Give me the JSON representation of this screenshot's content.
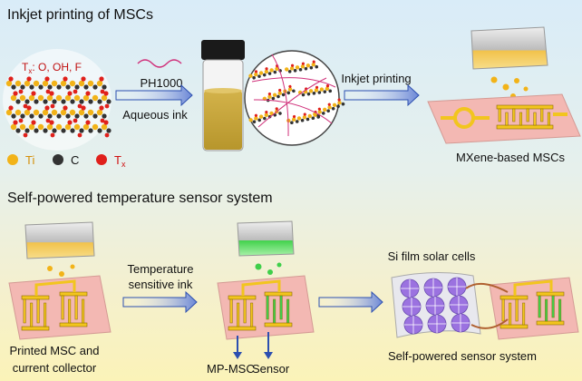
{
  "section1": {
    "title": "Inkjet printing of MSCs"
  },
  "mxene": {
    "formula_T": "T",
    "formula_x": "x",
    "formula_rest": ": O, OH, F"
  },
  "arrow1": {
    "top": "PH1000",
    "bottom": "Aqueous ink"
  },
  "arrow2": {
    "top": "Inkjet printing"
  },
  "legend": [
    {
      "label": "Ti",
      "color": "#f2b318",
      "text_color": "#d4900a"
    },
    {
      "label": "C",
      "color": "#333333",
      "text_color": "#111111"
    },
    {
      "label": "T",
      "sub": "x",
      "color": "#e0201b",
      "text_color": "#d01010"
    }
  ],
  "device1": {
    "caption": "MXene-based MSCs"
  },
  "section2": {
    "title": "Self-powered temperature sensor system"
  },
  "step1": {
    "caption_line1": "Printed MSC and",
    "caption_line2": "current collector"
  },
  "arrow3": {
    "line1": "Temperature",
    "line2": "sensitive ink"
  },
  "step2": {
    "label_left": "MP-MSC",
    "label_right": "Sensor"
  },
  "step3": {
    "solar_label": "Si film solar cells",
    "caption": "Self-powered sensor system"
  },
  "colors": {
    "substrate": "#f3b8b3",
    "electrode": "#f2c51e",
    "electrode_edge": "#8a6a00",
    "green_ink": "#3fcf4a",
    "solar": "#9b72e0",
    "arrow": "#2c4fb0"
  }
}
